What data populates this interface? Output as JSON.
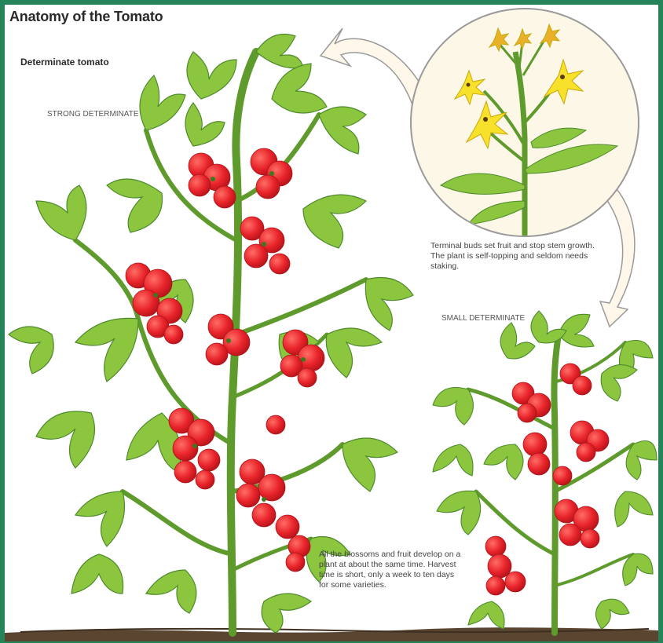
{
  "title": "Anatomy of the Tomato",
  "subtitle": "Determinate tomato",
  "labels": {
    "strong": "STRONG DETERMINATE",
    "small": "SMALL DETERMINATE"
  },
  "notes": {
    "terminal": "Terminal buds set fruit and stop stem growth. The plant is self-topping and seldom needs staking.",
    "blossoms": "All the blossoms and fruit develop on a plant at about the same time. Harvest time is short, only a week to ten days for some varieties."
  },
  "colors": {
    "frame": "#25845a",
    "leaf": "#8cc63f",
    "leaf_dark": "#4e8a2c",
    "fruit": "#e8232a",
    "fruit_highlight": "#ff5a55",
    "blossom": "#f7e12a",
    "inset_bg": "#fcf7e6",
    "arrow_fill": "#fff8ea",
    "soil": "#5a4630"
  }
}
